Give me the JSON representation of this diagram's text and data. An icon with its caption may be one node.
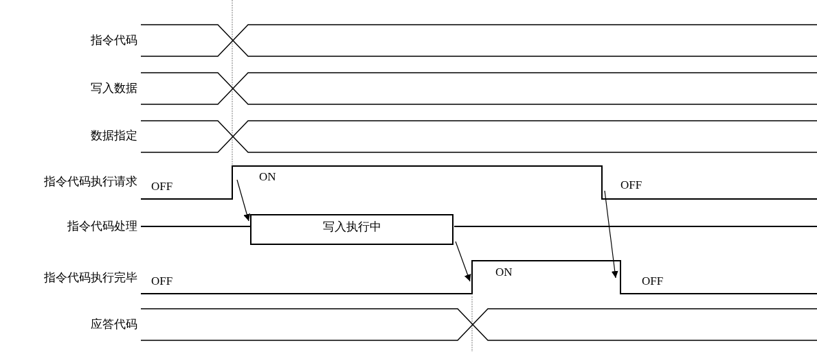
{
  "diagram": {
    "nodes": [
      {
        "text": [
          "OFF",
          "ON",
          "OFF"
        ],
        "beside": [
          "指令代码执行请求"
        ]
      },
      {
        "text": [
          "写入执行中"
        ],
        "beside": [
          "指令代码处理"
        ]
      },
      {
        "text": [
          "OFF",
          "ON",
          "OFF"
        ],
        "beside": [
          "指令代码执行完毕"
        ]
      }
    ],
    "edges": [
      {
        "from": 0,
        "to": 1,
        "arrow": "to"
      },
      {
        "from": 1,
        "to": 2,
        "arrow": "to"
      },
      {
        "from": 0,
        "to": 2,
        "arrow": "to"
      }
    ],
    "labels": [
      "指令代码",
      "写入数据",
      "数据指定",
      "应答代码"
    ]
  }
}
